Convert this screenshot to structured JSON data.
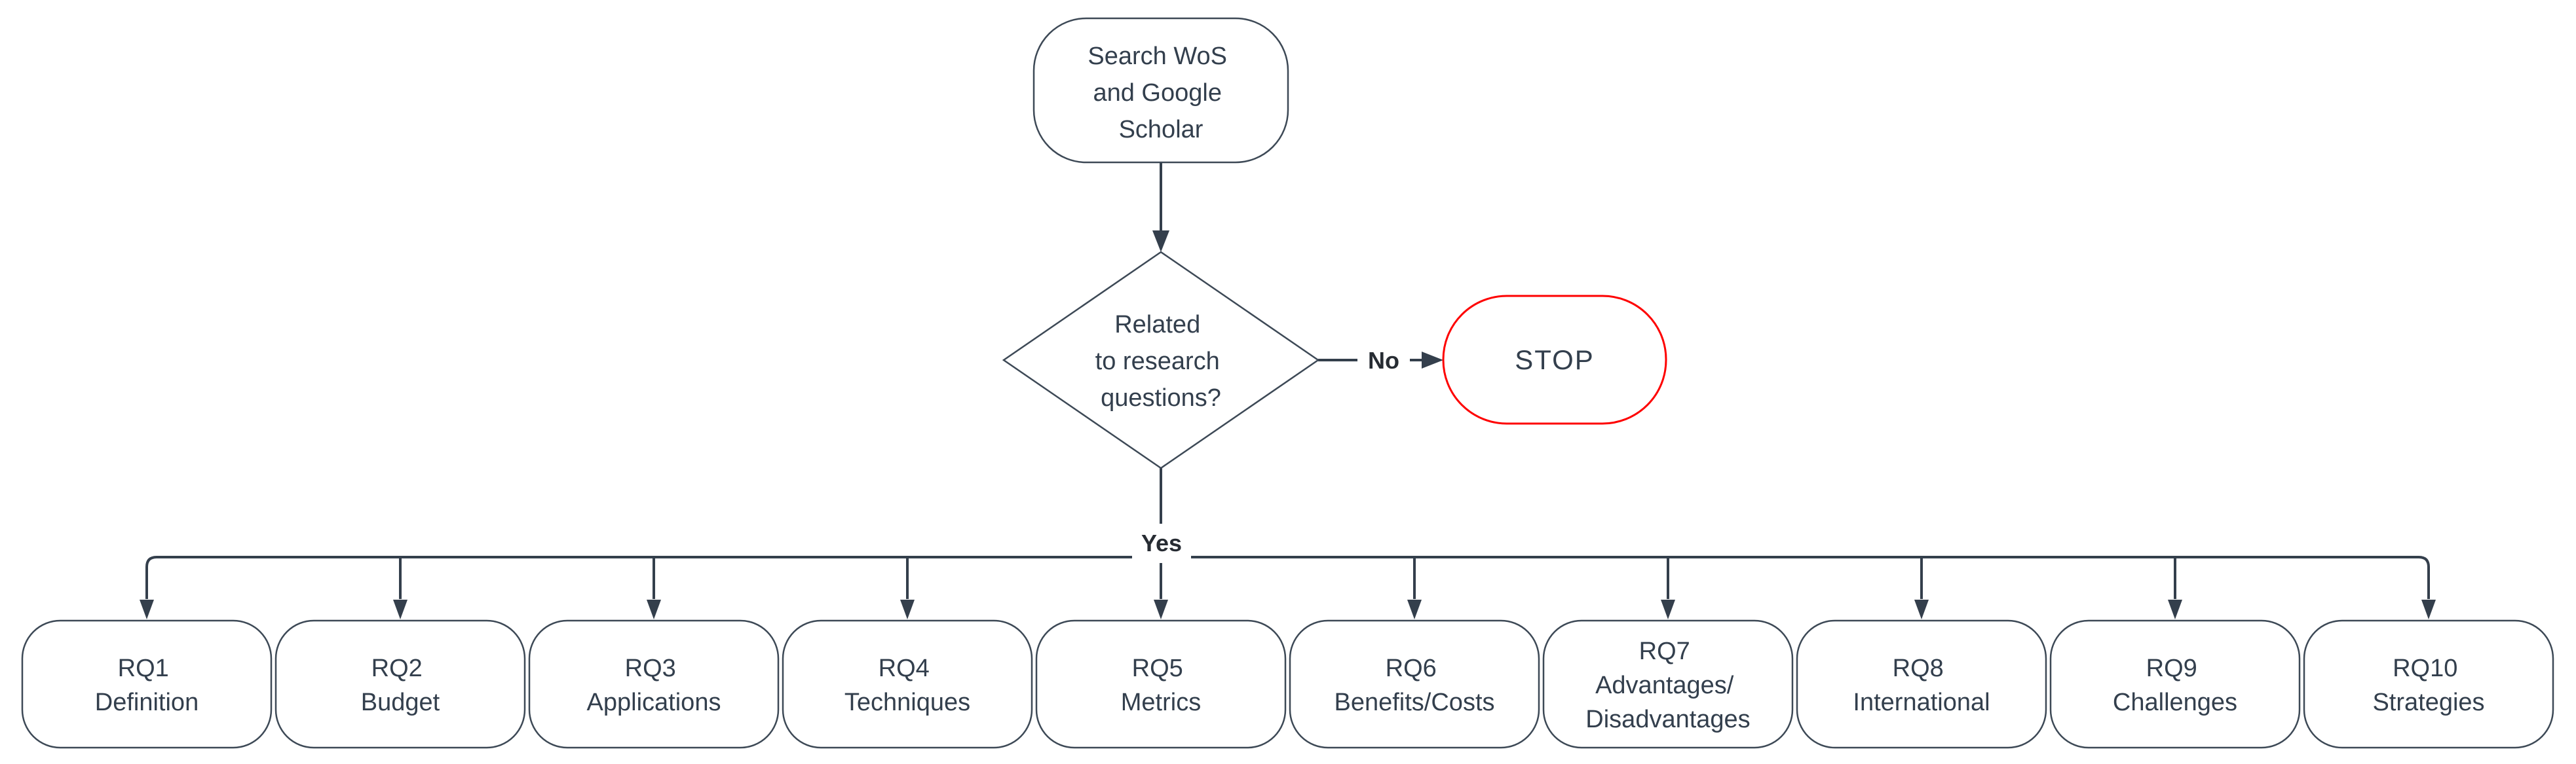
{
  "flowchart": {
    "colors": {
      "background": "#ffffff",
      "shape_stroke": "#3d4956",
      "edge": "#343f4c",
      "text": "#333f4d",
      "edge_label": "#272c33",
      "stop_border": "#fe0000"
    },
    "nodes": {
      "start": {
        "lines": [
          "Search WoS",
          "and Google",
          "Scholar"
        ]
      },
      "decision": {
        "lines": [
          "Related",
          "to research",
          "questions?"
        ]
      },
      "stop": {
        "label": "STOP"
      }
    },
    "edges": {
      "no_label": "No",
      "yes_label": "Yes"
    },
    "rq_nodes": [
      {
        "lines": [
          "RQ1",
          "Definition"
        ]
      },
      {
        "lines": [
          "RQ2",
          "Budget"
        ]
      },
      {
        "lines": [
          "RQ3",
          "Applications"
        ]
      },
      {
        "lines": [
          "RQ4",
          "Techniques"
        ]
      },
      {
        "lines": [
          "RQ5",
          "Metrics"
        ]
      },
      {
        "lines": [
          "RQ6",
          "Benefits/Costs"
        ]
      },
      {
        "lines": [
          "RQ7",
          "Advantages/",
          "Disadvantages"
        ]
      },
      {
        "lines": [
          "RQ8",
          "International"
        ]
      },
      {
        "lines": [
          "RQ9",
          "Challenges"
        ]
      },
      {
        "lines": [
          "RQ10",
          "Strategies"
        ]
      }
    ]
  }
}
